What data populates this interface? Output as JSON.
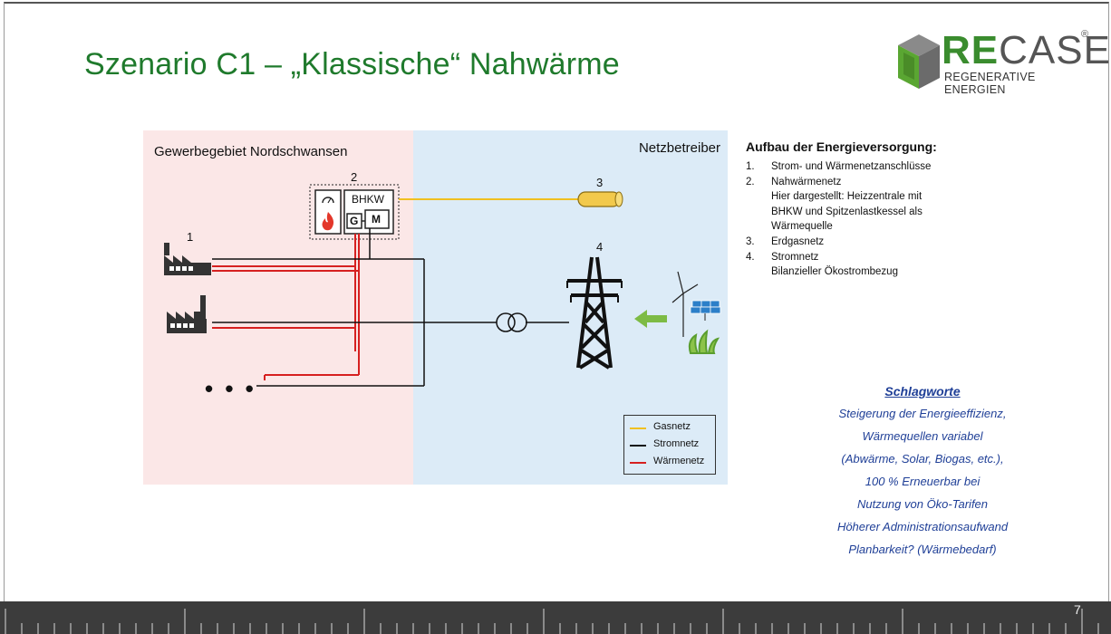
{
  "slide": {
    "title": "Szenario C1 – „Klassische“ Nahwärme",
    "page_number": "7"
  },
  "logo": {
    "re": "RE",
    "case": "CASE",
    "registered": "®",
    "subtitle": "REGENERATIVE ENERGIEN"
  },
  "diagram": {
    "left_zone_label": "Gewerbegebiet Nordschwansen",
    "right_zone_label": "Netzbetreiber",
    "numbers": {
      "n1": "1",
      "n2": "2",
      "n3": "3",
      "n4": "4"
    },
    "bhkw": "BHKW",
    "g": "G",
    "m": "M",
    "more": "• • •",
    "legend": [
      {
        "label": "Gasnetz",
        "color": "#f0c020"
      },
      {
        "label": "Stromnetz",
        "color": "#111111"
      },
      {
        "label": "Wärmenetz",
        "color": "#d62020"
      }
    ]
  },
  "aufbau": {
    "title": "Aufbau der Energieversorgung:",
    "items": [
      {
        "num": "1.",
        "text": "Strom- und Wärmenetzanschlüsse"
      },
      {
        "num": "2.",
        "text": "Nahwärmenetz"
      },
      {
        "num": "",
        "text": "Hier dargestellt: Heizzentrale mit"
      },
      {
        "num": "",
        "text": "BHKW und Spitzenlastkessel als"
      },
      {
        "num": "",
        "text": "Wärmequelle"
      },
      {
        "num": "3.",
        "text": "Erdgasnetz"
      },
      {
        "num": "4.",
        "text": "Stromnetz"
      },
      {
        "num": "",
        "text": "Bilanzieller Ökostrombezug"
      }
    ]
  },
  "keywords": {
    "title": "Schlagworte",
    "lines": [
      "Steigerung der Energieeffizienz,",
      "Wärmequellen variabel",
      "(Abwärme, Solar, Biogas, etc.),",
      "100 % Erneuerbar bei",
      "Nutzung von Öko-Tarifen",
      "Höherer Administrationsaufwand",
      "Planbarkeit? (Wärmebedarf)"
    ]
  },
  "colors": {
    "title_green": "#1f7a2c",
    "keyword_blue": "#1f3f97",
    "heat_red": "#d62020",
    "gas_yellow": "#f0c020",
    "zone_pink": "#fbe7e7",
    "zone_blue": "#dcebf7"
  }
}
